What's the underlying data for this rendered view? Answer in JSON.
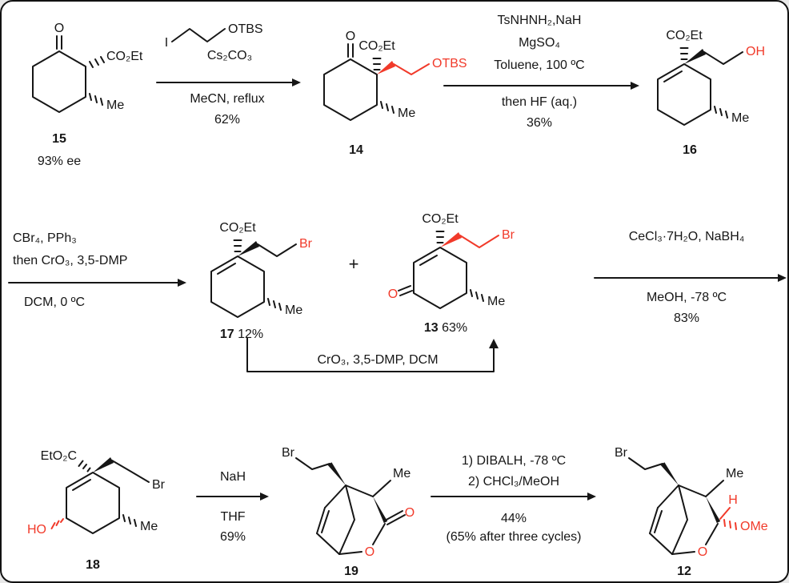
{
  "figure": {
    "background": "#ffffff",
    "border_color": "#111111",
    "highlight_color": "#f13a2a",
    "bond_color": "#161616"
  },
  "plus_sign": "+",
  "reagent_structure": {
    "iodo": "I",
    "otbs": "OTBS"
  },
  "compounds": {
    "c15": {
      "number": "15",
      "note": "93% ee",
      "labels": {
        "ketone_o": "O",
        "ester": "CO₂Et",
        "methyl": "Me"
      }
    },
    "c14": {
      "number": "14",
      "labels": {
        "ketone_o": "O",
        "ester": "CO₂Et",
        "otbs": "OTBS",
        "methyl": "Me"
      }
    },
    "c16": {
      "number": "16",
      "labels": {
        "ester": "CO₂Et",
        "hydroxyl": "OH",
        "methyl": "Me"
      }
    },
    "c17": {
      "number": "17",
      "yield": "12%",
      "labels": {
        "ester": "CO₂Et",
        "bromide": "Br",
        "methyl": "Me"
      }
    },
    "c13": {
      "number": "13",
      "yield": "63%",
      "labels": {
        "ester": "CO₂Et",
        "bromide": "Br",
        "ketone_o": "O",
        "methyl": "Me"
      }
    },
    "c18": {
      "number": "18",
      "labels": {
        "ester": "EtO₂C",
        "bromide": "Br",
        "hydroxyl": "HO",
        "methyl": "Me"
      }
    },
    "c19": {
      "number": "19",
      "labels": {
        "bromide": "Br",
        "methyl": "Me",
        "carbonyl_o": "O",
        "ring_o": "O"
      }
    },
    "c12": {
      "number": "12",
      "labels": {
        "bromide": "Br",
        "methyl": "Me",
        "hydrogen": "H",
        "methoxy": "OMe",
        "ring_o": "O"
      }
    }
  },
  "steps": {
    "step1": {
      "line_above": "Cs₂CO₃",
      "line_below_1": "MeCN, reflux",
      "line_below_2": "62%"
    },
    "step2": {
      "line_above_1": "TsNHNH₂,NaH",
      "line_above_2": "MgSO₄",
      "line_above_3": "Toluene, 100 ºC",
      "line_below_1": "then HF (aq.)",
      "line_below_2": "36%"
    },
    "step3": {
      "line_above_1": "CBr₄, PPh₃",
      "line_above_2": "then CrO₃, 3,5-DMP",
      "line_below_1": "DCM, 0 ºC"
    },
    "step4": {
      "line_above_1": "CeCl₃·7H₂O, NaBH₄",
      "line_below_1": "MeOH, -78 ºC",
      "line_below_2": "83%"
    },
    "step5": {
      "label": "CrO₃, 3,5-DMP, DCM"
    },
    "step6": {
      "line_above_1": "NaH",
      "line_below_1": "THF",
      "line_below_2": "69%"
    },
    "step7": {
      "line_above_1": "1) DIBALH, -78 ºC",
      "line_above_2": "2) CHCl₃/MeOH",
      "line_below_1": "44%",
      "line_below_2": "(65% after three cycles)"
    }
  }
}
